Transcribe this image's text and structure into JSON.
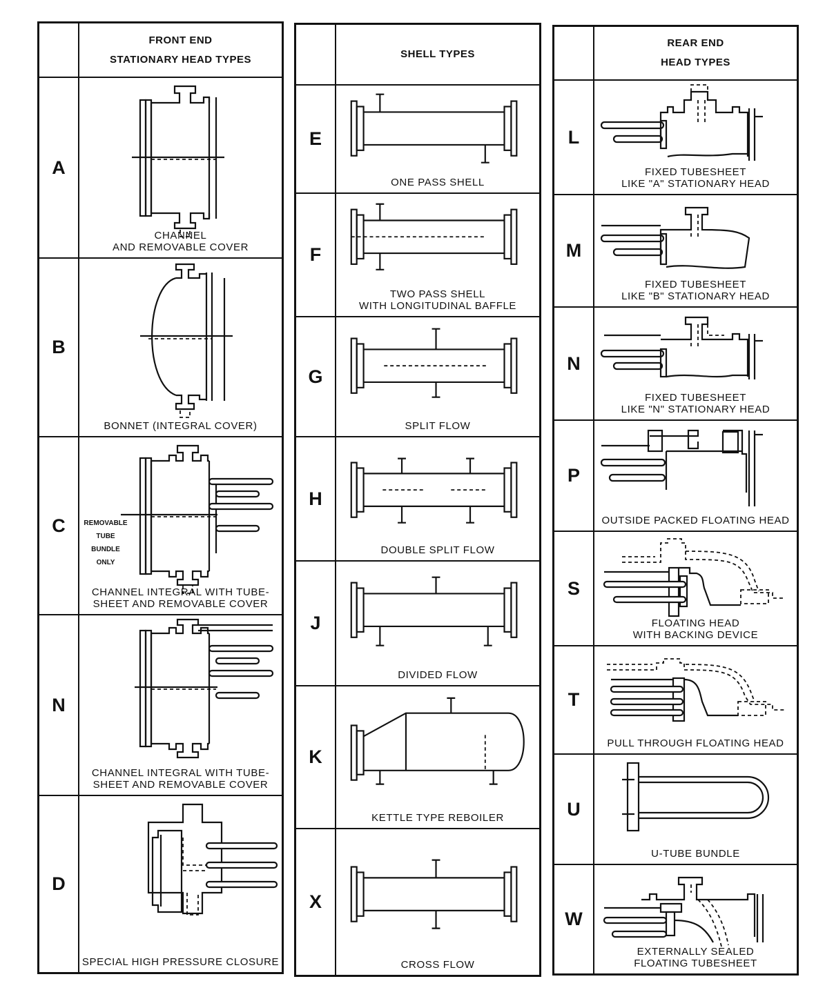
{
  "columns": {
    "front": {
      "header": [
        "FRONT END",
        "STATIONARY HEAD TYPES"
      ],
      "rows": [
        {
          "letter": "A",
          "caption": [
            "CHANNEL",
            "AND REMOVABLE COVER"
          ]
        },
        {
          "letter": "B",
          "caption": [
            "BONNET (INTEGRAL COVER)"
          ]
        },
        {
          "letter": "C",
          "caption": [
            "CHANNEL INTEGRAL WITH TUBE-",
            "SHEET AND REMOVABLE COVER"
          ],
          "note": [
            "REMOVABLE",
            "TUBE",
            "BUNDLE",
            "ONLY"
          ]
        },
        {
          "letter": "N",
          "caption": [
            "CHANNEL INTEGRAL WITH TUBE-",
            "SHEET AND REMOVABLE COVER"
          ]
        },
        {
          "letter": "D",
          "caption": [
            "SPECIAL HIGH PRESSURE CLOSURE"
          ]
        }
      ]
    },
    "shell": {
      "header": [
        "SHELL TYPES"
      ],
      "rows": [
        {
          "letter": "E",
          "caption": [
            "ONE PASS SHELL"
          ]
        },
        {
          "letter": "F",
          "caption": [
            "TWO PASS SHELL",
            "WITH LONGITUDINAL BAFFLE"
          ]
        },
        {
          "letter": "G",
          "caption": [
            "SPLIT FLOW"
          ]
        },
        {
          "letter": "H",
          "caption": [
            "DOUBLE SPLIT FLOW"
          ]
        },
        {
          "letter": "J",
          "caption": [
            "DIVIDED FLOW"
          ]
        },
        {
          "letter": "K",
          "caption": [
            "KETTLE TYPE REBOILER"
          ]
        },
        {
          "letter": "X",
          "caption": [
            "CROSS FLOW"
          ]
        }
      ]
    },
    "rear": {
      "header": [
        "REAR END",
        "HEAD TYPES"
      ],
      "rows": [
        {
          "letter": "L",
          "caption": [
            "FIXED TUBESHEET",
            "LIKE \"A\" STATIONARY HEAD"
          ]
        },
        {
          "letter": "M",
          "caption": [
            "FIXED TUBESHEET",
            "LIKE \"B\" STATIONARY HEAD"
          ]
        },
        {
          "letter": "N",
          "caption": [
            "FIXED TUBESHEET",
            "LIKE \"N\" STATIONARY HEAD"
          ]
        },
        {
          "letter": "P",
          "caption": [
            "OUTSIDE PACKED FLOATING HEAD"
          ]
        },
        {
          "letter": "S",
          "caption": [
            "FLOATING HEAD",
            "WITH BACKING DEVICE"
          ]
        },
        {
          "letter": "T",
          "caption": [
            "PULL THROUGH FLOATING HEAD"
          ]
        },
        {
          "letter": "U",
          "caption": [
            "U-TUBE BUNDLE"
          ]
        },
        {
          "letter": "W",
          "caption": [
            "EXTERNALLY SEALED",
            "FLOATING TUBESHEET"
          ]
        }
      ]
    }
  }
}
